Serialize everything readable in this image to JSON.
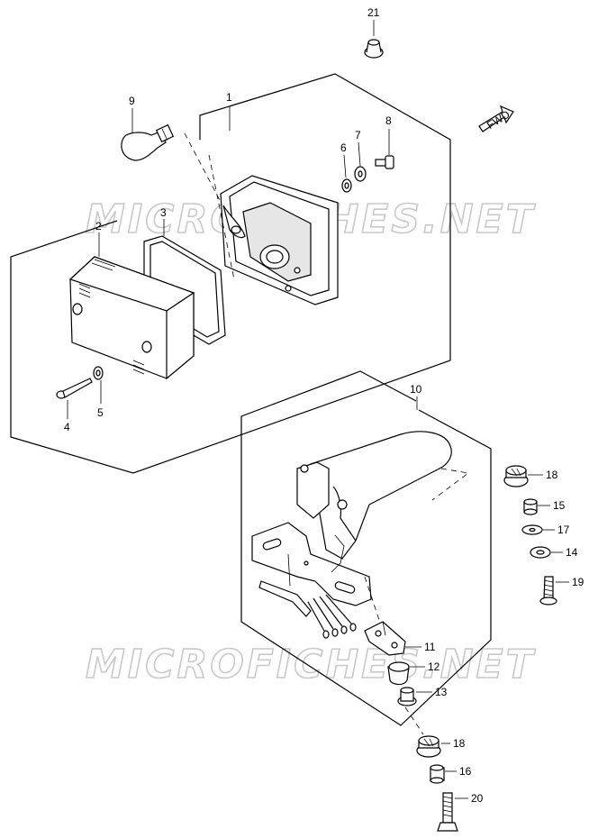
{
  "watermarks": [
    "MICROFICHES.NET",
    "MICROFICHES.NET"
  ],
  "fwd_arrow_label": "FWD",
  "part_labels": {
    "p1": "1",
    "p2": "2",
    "p3": "3",
    "p4": "4",
    "p5": "5",
    "p6": "6",
    "p7": "7",
    "p8": "8",
    "p9": "9",
    "p10": "10",
    "p11": "11",
    "p12": "12",
    "p13": "13",
    "p14": "14",
    "p15": "15",
    "p16": "16",
    "p17": "17",
    "p18a": "18",
    "p18b": "18",
    "p19": "19",
    "p20": "20",
    "p21": "21"
  }
}
